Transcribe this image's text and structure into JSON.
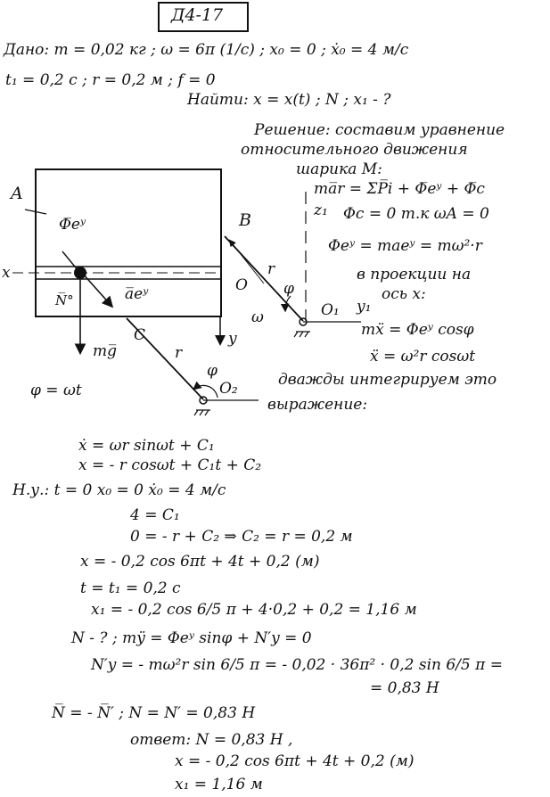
{
  "title": "Д4-17",
  "given": {
    "line1": "Дано:   m = 0,02 кг ;   ω = 6π (1/c) ;  x₀ = 0 ;  ẋ₀ = 4 м/c",
    "line2": "t₁ = 0,2 c     ;  r = 0,2 м    ;  f = 0",
    "find": "Найти:   x = x(t) ;  N ;  x₁ - ?"
  },
  "solution_header": {
    "l1": "Решение:  составим уравнение",
    "l2": "относительного движения",
    "l3": "шарика М:",
    "l4": "ma̅r = ΣP̅i + Φ̅eʸ + Φ̅c",
    "l5": "Φc = 0   т.к  ωA = 0",
    "l6": "Φeʸ = maeʸ = mω²·r",
    "l7": "в проекции на",
    "l8": "ось x:",
    "l9": "mẍ = Φeʸ cosφ",
    "l10": "ẍ  =  ω²r cosωt",
    "l11": "дважды интегрируем это",
    "l12": "выражение:"
  },
  "diagram": {
    "A": "A",
    "x": "x",
    "phi_e": "Φ̅eʸ",
    "N0": "N̅°",
    "a_e": "a̅eʸ",
    "mg": "mg̅",
    "C": "C",
    "r1": "r",
    "phi1": "φ",
    "O2": "O₂",
    "B": "B",
    "O": "O",
    "r2": "r",
    "phi2": "φ",
    "omega": "ω",
    "O1": "O₁",
    "y1": "y₁",
    "z1": "z₁",
    "y": "y",
    "phi_wt": "φ = ωt"
  },
  "work": {
    "w1": "ẋ =   ωr sinωt  + C₁",
    "w2": "x =   - r cosωt  + C₁t   + C₂",
    "w3": "Н.у.:  t = 0      x₀ = 0    ẋ₀ = 4 м/c",
    "w4": "4 = C₁",
    "w5": "0 = - r + C₂  ⇒  C₂ = r = 0,2 м",
    "w6": "x =  - 0,2 cos 6πt  + 4t + 0,2  (м)",
    "w7": "t = t₁ =   0,2 c",
    "w8": "x₁ =  - 0,2 cos 6/5 π  + 4·0,2 + 0,2 =  1,16 м",
    "w9": "N - ?    ;    mÿ =  Φeʸ sinφ  + N′y = 0",
    "w10": "N′y = - mω²r sin 6/5 π = - 0,02 · 36π² · 0,2 sin 6/5 π =",
    "w11": "=   0,83 Н",
    "w12": "N̅ = - N̅′ ;    N =  N′ = 0,83 Н",
    "w13": "ответ:   N = 0,83 Н ,",
    "w14": "x = - 0,2 cos 6πt  + 4t + 0,2   (м)",
    "w15": "x₁ =   1,16 м"
  }
}
